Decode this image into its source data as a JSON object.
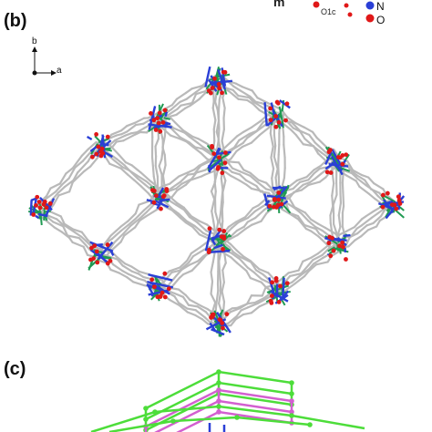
{
  "panels": {
    "b": {
      "label": "(b)"
    },
    "c": {
      "label": "(c)"
    }
  },
  "axes": {
    "b": "b",
    "a": "a"
  },
  "legend": {
    "items": [
      {
        "label": "N",
        "color": "#2a3fd6"
      },
      {
        "label": "O",
        "color": "#e01818"
      }
    ]
  },
  "atom_label": "O1c",
  "fragment_label": "m",
  "colors": {
    "bond_gray": "#b9b9b9",
    "nitrogen_blue": "#2a3fd6",
    "oxygen_red": "#e01818",
    "metal_green": "#1f9a52",
    "net_green": "#4ddd3a",
    "net_magenta": "#d35fd0"
  }
}
